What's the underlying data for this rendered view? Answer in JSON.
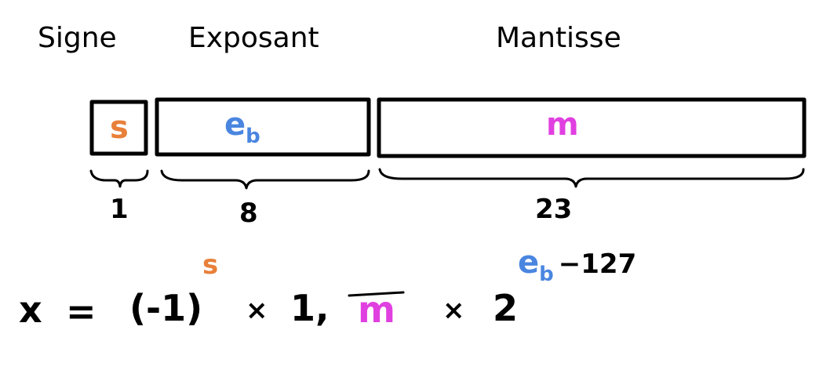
{
  "headers": {
    "sign": "Signe",
    "exponent": "Exposant",
    "mantissa": "Mantisse"
  },
  "fields": {
    "sign_symbol": "s",
    "exponent_base": "e",
    "exponent_sub": "b",
    "mantissa_symbol": "m"
  },
  "bit_counts": {
    "sign": "1",
    "exponent": "8",
    "mantissa": "23"
  },
  "formula": {
    "lhs": "x",
    "equals": "=",
    "neg_one": "(-1)",
    "sign_exp": "s",
    "times1": "×",
    "one_comma": "1,",
    "mantissa": "m",
    "times2": "×",
    "two": "2",
    "exp_base": "e",
    "exp_sub": "b",
    "exp_rest": "−127"
  },
  "colors": {
    "sign": "#e8803a",
    "exponent": "#4a86e0",
    "mantissa": "#e040e0",
    "ink": "#000000"
  }
}
